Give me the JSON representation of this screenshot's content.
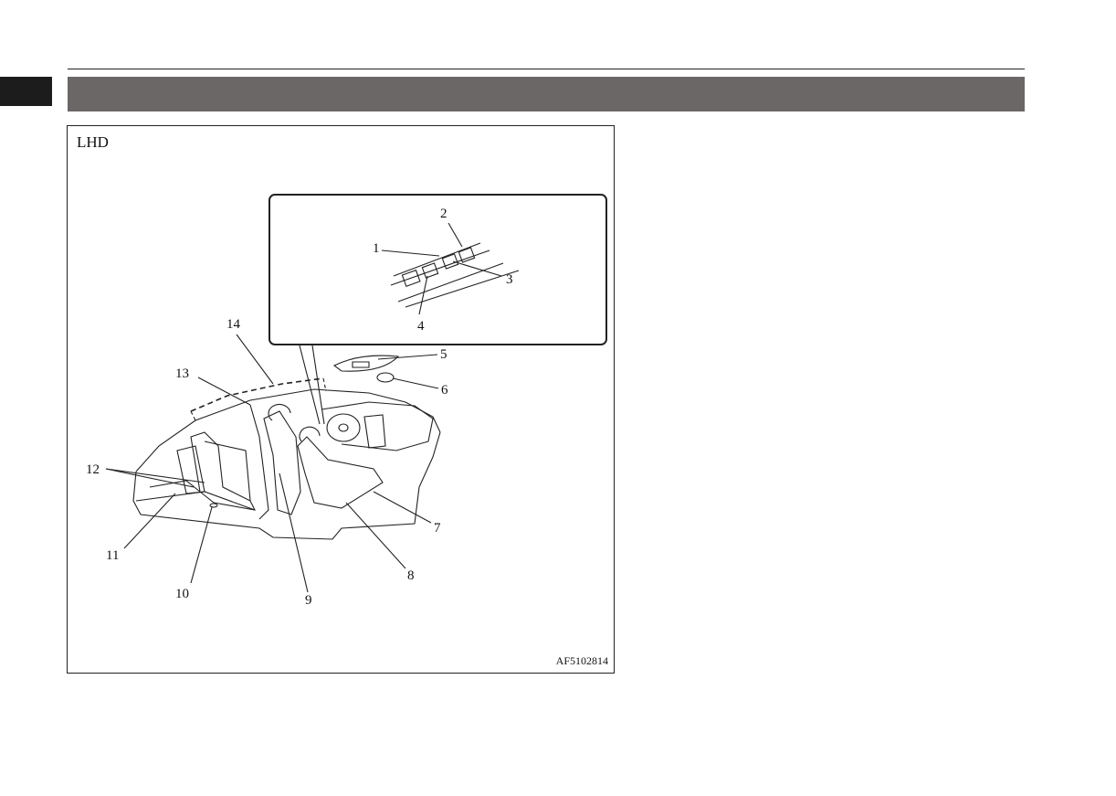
{
  "figure": {
    "label": "LHD",
    "code": "AF5102814",
    "inset_callouts": [
      "1",
      "2",
      "3",
      "4"
    ],
    "main_callouts": [
      "5",
      "6",
      "7",
      "8",
      "9",
      "10",
      "11",
      "12",
      "13",
      "14"
    ]
  }
}
